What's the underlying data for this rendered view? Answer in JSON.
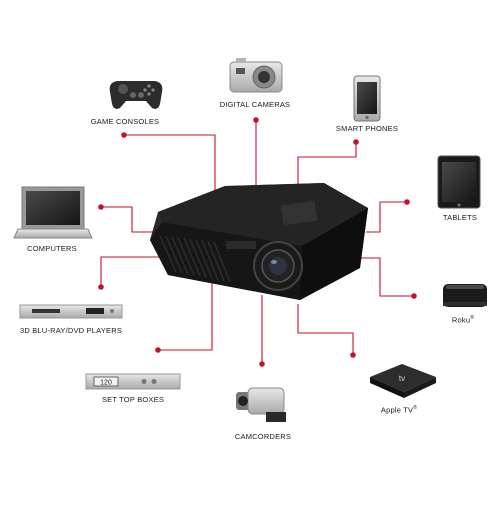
{
  "devices": {
    "game_consoles": "GAME CONSOLES",
    "digital_cameras": "DIGITAL CAMERAS",
    "smart_phones": "SMART PHONES",
    "tablets": "TABLETS",
    "computers": "COMPUTERS",
    "roku": "Roku",
    "roku_mark": "®",
    "bluray": "3D BLU-RAY/DVD PLAYERS",
    "set_top_boxes": "SET TOP BOXES",
    "apple_tv": "Apple TV",
    "apple_tv_mark": "®",
    "camcorders": "CAMCORDERS"
  },
  "device_text": {
    "set_top_display": "120",
    "apple_tv_logo": "tv"
  },
  "colors": {
    "connector": "#c8102e",
    "projector_body": "#111111",
    "device_silver": "#c9c9c9",
    "device_dark": "#1b1b1b"
  }
}
